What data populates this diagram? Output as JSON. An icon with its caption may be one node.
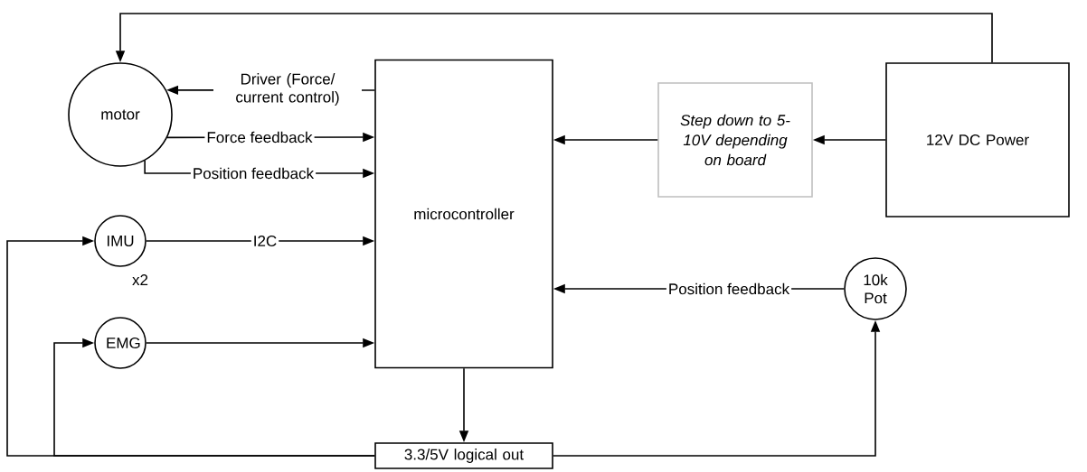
{
  "diagram": {
    "nodes": [
      {
        "text": [
          "motor"
        ]
      },
      {
        "text": [
          "microcontroller"
        ]
      },
      {
        "text": [
          "Step down to 5-10V depending on board"
        ]
      },
      {
        "text": [
          "12V DC Power"
        ]
      },
      {
        "text": [
          "IMU"
        ],
        "beside": [
          "x2"
        ]
      },
      {
        "text": [
          "EMG"
        ]
      },
      {
        "text": [
          "10k Pot"
        ]
      },
      {
        "text": [
          "3.3/5V logical out"
        ]
      }
    ],
    "edges": [
      {
        "from": 3,
        "to": 0,
        "arrow": "to"
      },
      {
        "from": 1,
        "to": 0,
        "arrow": "to",
        "label": "Driver (Force/ current control)"
      },
      {
        "from": 0,
        "to": 1,
        "arrow": "to",
        "label": "Force feedback"
      },
      {
        "from": 0,
        "to": 1,
        "arrow": "to",
        "label": "Position feedback"
      },
      {
        "from": 4,
        "to": 1,
        "arrow": "to",
        "label": "I2C"
      },
      {
        "from": 5,
        "to": 1,
        "arrow": "to"
      },
      {
        "from": 2,
        "to": 1,
        "arrow": "to"
      },
      {
        "from": 3,
        "to": 2,
        "arrow": "to"
      },
      {
        "from": 6,
        "to": 1,
        "arrow": "to",
        "label": "Position feedback"
      },
      {
        "from": 1,
        "to": 7,
        "arrow": "to"
      },
      {
        "from": 7,
        "to": 4,
        "arrow": "to"
      },
      {
        "from": 7,
        "to": 5,
        "arrow": "to"
      },
      {
        "from": 7,
        "to": 6,
        "arrow": "to"
      }
    ]
  }
}
